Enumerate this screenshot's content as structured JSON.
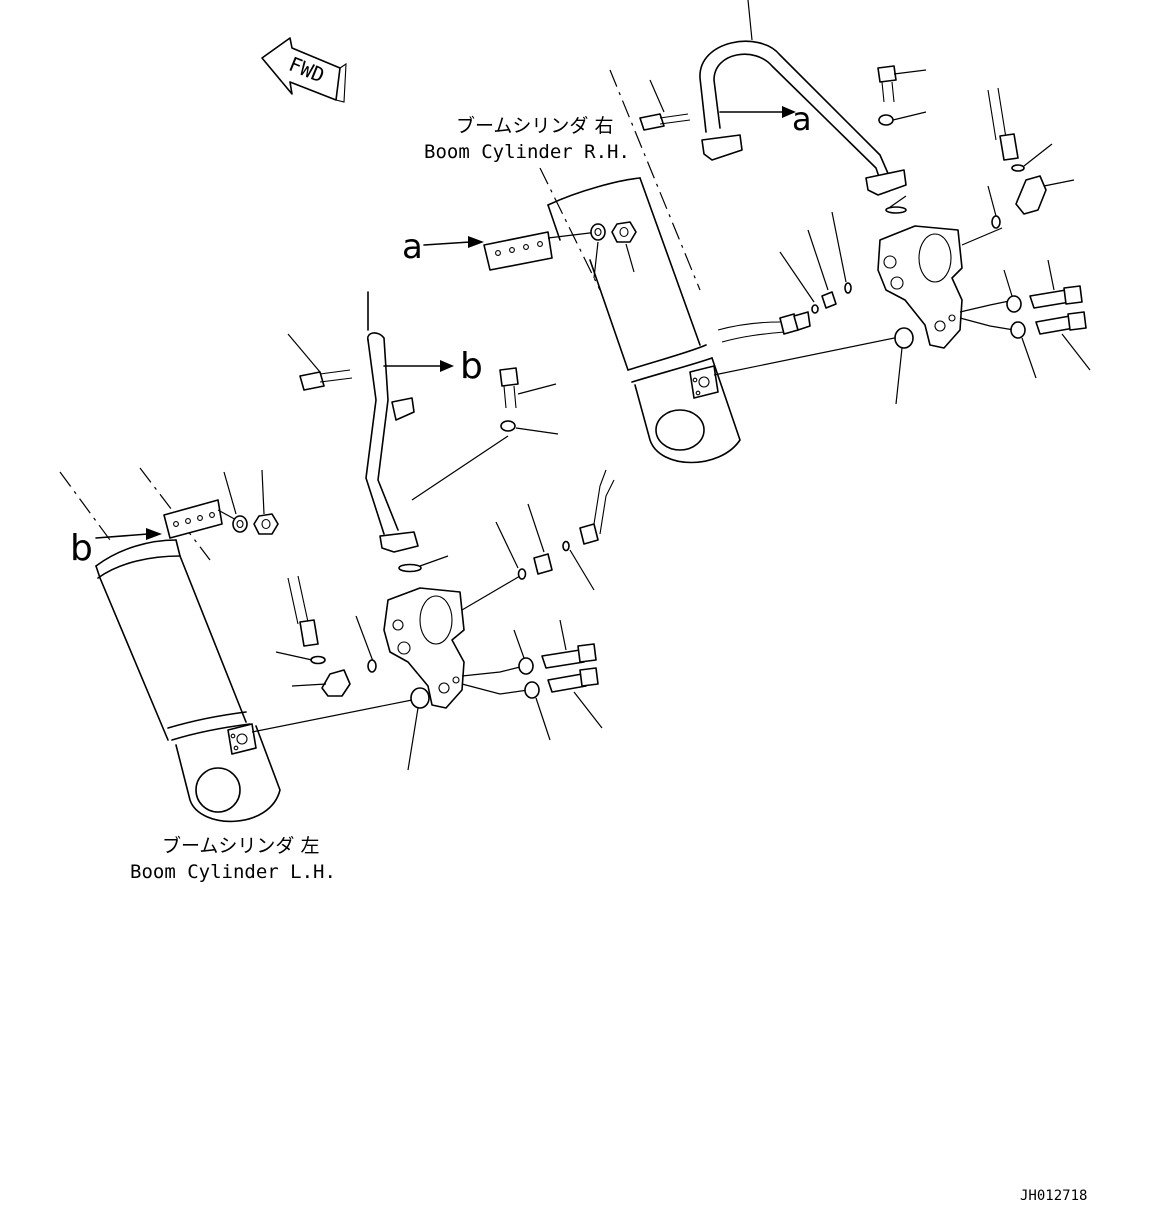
{
  "fwd_label": "FWD",
  "rh": {
    "jp": "ブームシリンダ 右",
    "en": "Boom Cylinder R.H."
  },
  "lh": {
    "jp": "ブームシリンダ 左",
    "en": "Boom Cylinder L.H."
  },
  "callouts": {
    "a": "a",
    "b": "b"
  },
  "drawing_number": "JH012718"
}
